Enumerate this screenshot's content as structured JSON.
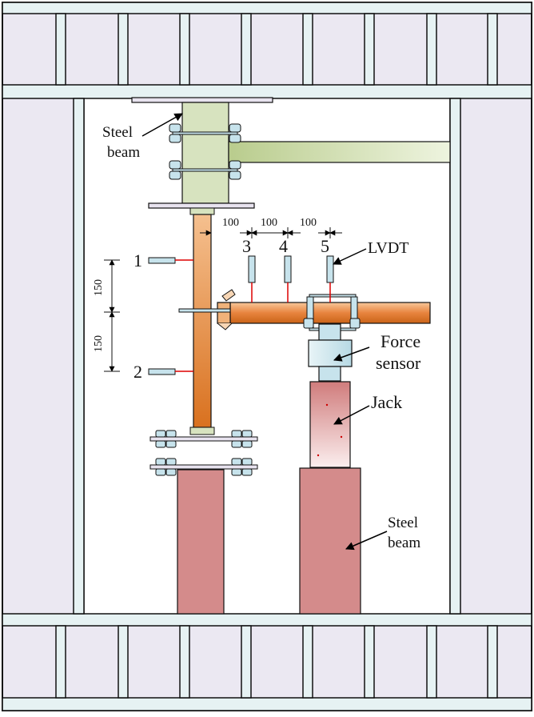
{
  "labels": {
    "steel_beam_top": [
      "Steel",
      "beam"
    ],
    "steel_beam_bottom": [
      "Steel",
      "beam"
    ],
    "lvdt": "LVDT",
    "force_sensor": [
      "Force",
      "sensor"
    ],
    "jack": "Jack"
  },
  "lvdt_numbers": [
    "1",
    "2",
    "3",
    "4",
    "5"
  ],
  "dimensions": {
    "horizontal_spacing": [
      "100",
      "100",
      "100"
    ],
    "vertical_spacing": [
      "150",
      "150"
    ]
  },
  "colors": {
    "frame_fill": "#ebe8f2",
    "frame_post": "#e6f2f3",
    "column_steel": "#d7e3bf",
    "specimen_orange": "#e8843e",
    "support_red": "#d48b8b",
    "sensor_blue": "#c7e3ec",
    "lvdt_wire": "#dd0000"
  }
}
